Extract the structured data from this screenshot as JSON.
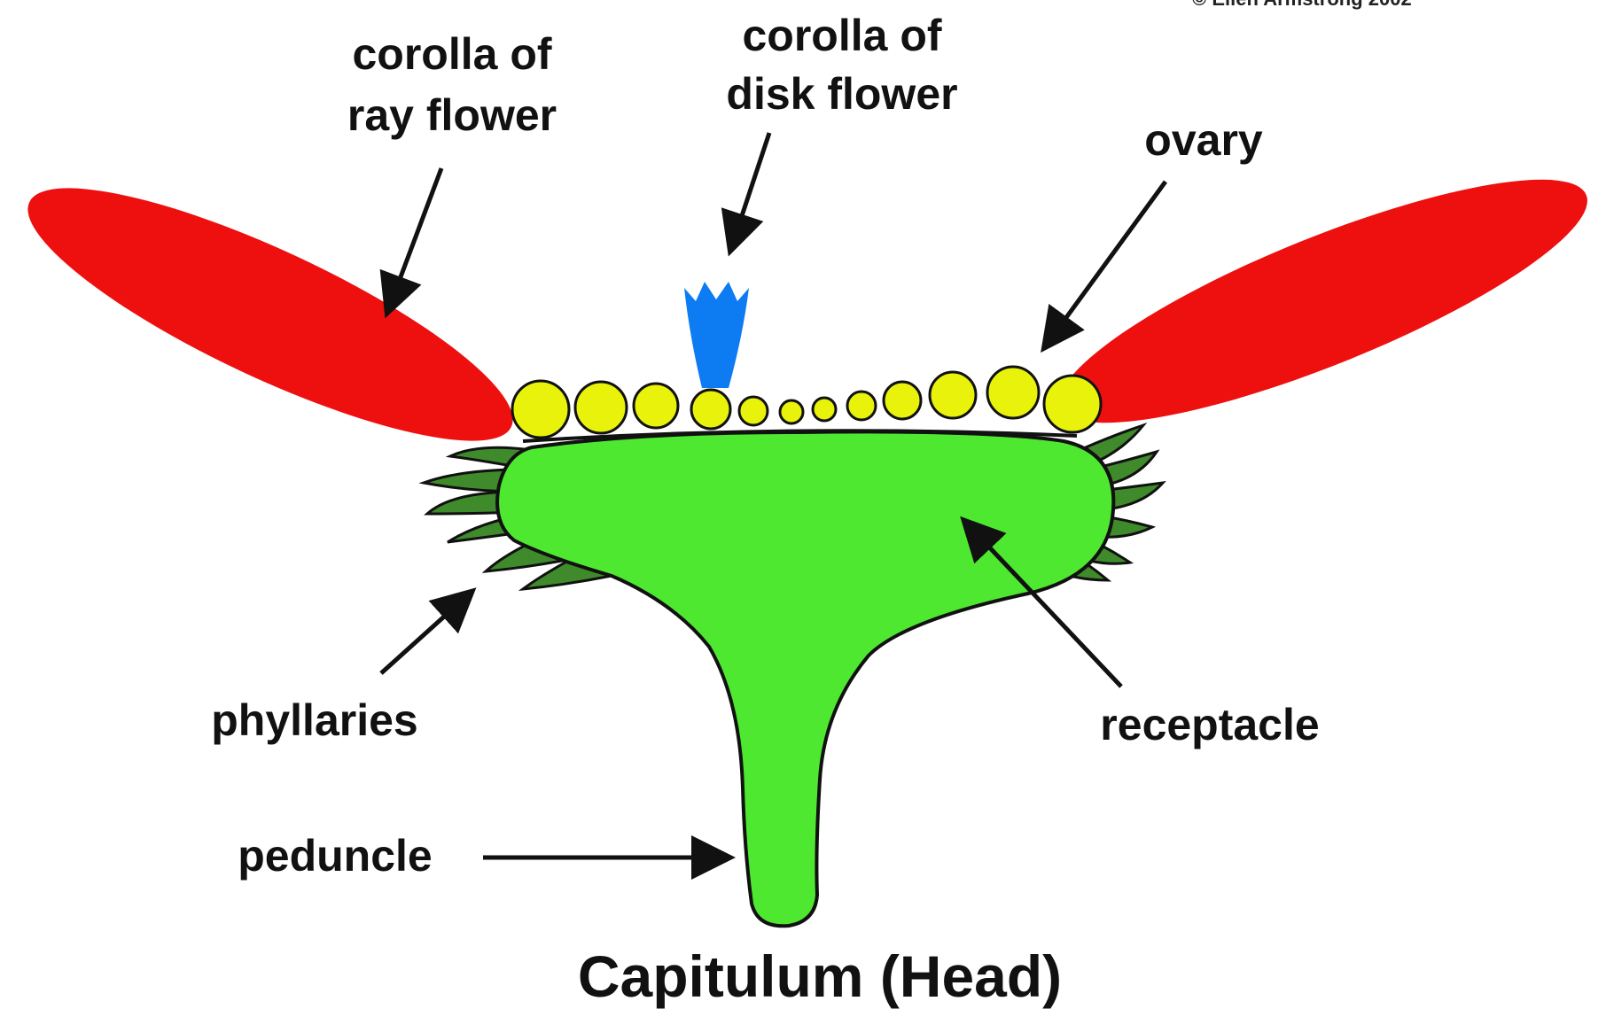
{
  "labels": {
    "copyright": "© Ellen Armstrong 2002",
    "corolla_ray_line1": "corolla of",
    "corolla_ray_line2": "ray flower",
    "corolla_disk_line1": "corolla of",
    "corolla_disk_line2": "disk flower",
    "ovary": "ovary",
    "phyllaries": "phyllaries",
    "receptacle": "receptacle",
    "peduncle": "peduncle",
    "title": "Capitulum (Head)"
  },
  "colors": {
    "ray_corolla": "#ee0f0f",
    "disk_corolla": "#0d7bf2",
    "ovary": "#e8f20a",
    "receptacle": "#4ee830",
    "phyllary": "#3f8a2b",
    "outline": "#111111"
  }
}
